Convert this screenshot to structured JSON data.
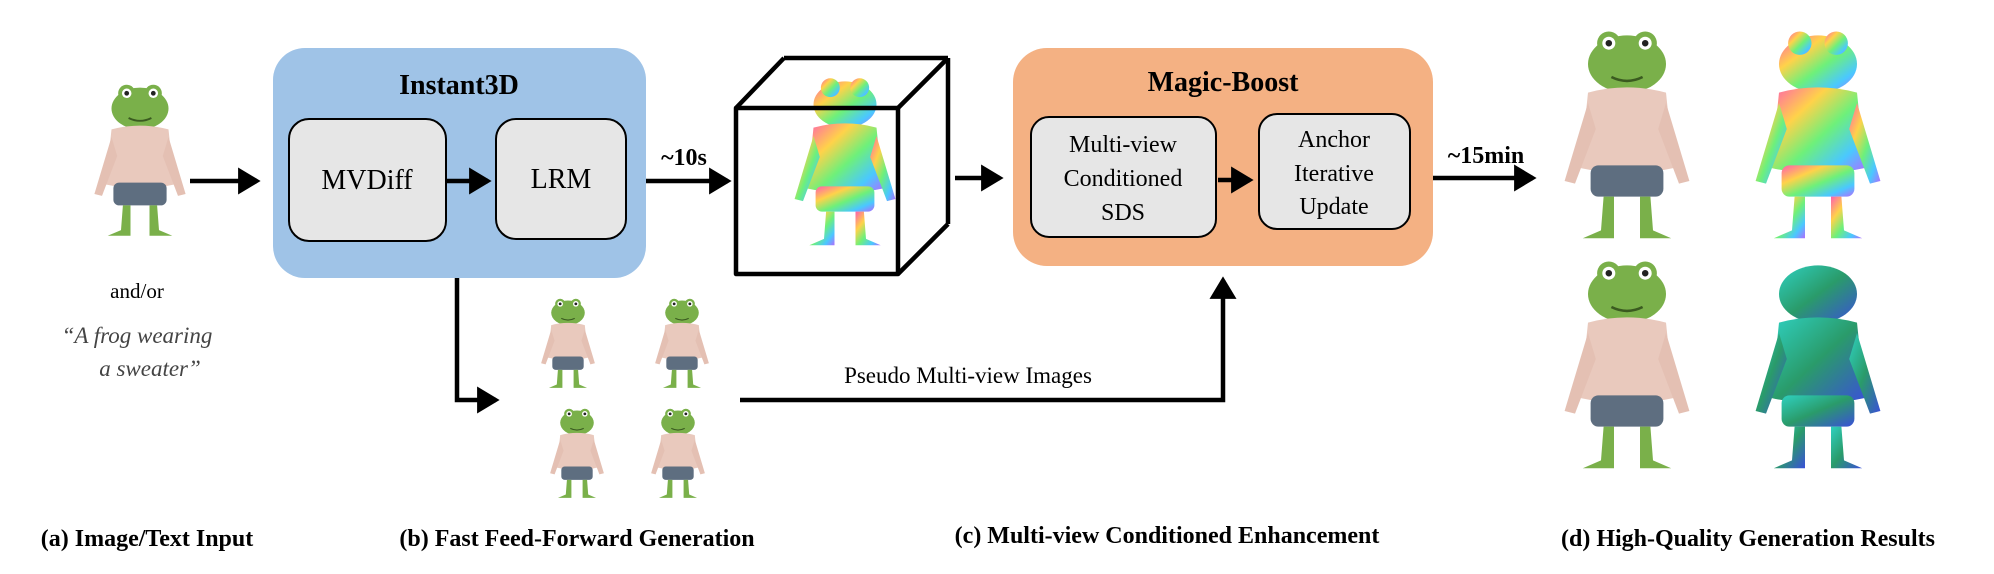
{
  "input": {
    "andor": "and/or",
    "prompt_line1": "“A frog wearing",
    "prompt_line2": "a sweater”"
  },
  "instant3d": {
    "title": "Instant3D",
    "mvdiff": "MVDiff",
    "lrm": "LRM"
  },
  "timing": {
    "fast": "~10s",
    "slow": "~15min"
  },
  "magic_boost": {
    "title": "Magic-Boost",
    "sds_line1": "Multi-view",
    "sds_line2": "Conditioned",
    "sds_line3": "SDS",
    "anchor_line1": "Anchor",
    "anchor_line2": "Iterative",
    "anchor_line3": "Update"
  },
  "pseudo_label": "Pseudo Multi-view Images",
  "captions": {
    "a": "(a) Image/Text Input",
    "b": "(b) Fast Feed-Forward Generation",
    "c": "(c) Multi-view Conditioned Enhancement",
    "d": "(d) High-Quality Generation Results"
  },
  "colors": {
    "instant3d_box": "#9fc3e7",
    "magic_boost_box": "#f4b183",
    "inner_box": "#e6e6e6",
    "sweater": "#e9c9bd",
    "frog_green": "#7ab04a"
  }
}
